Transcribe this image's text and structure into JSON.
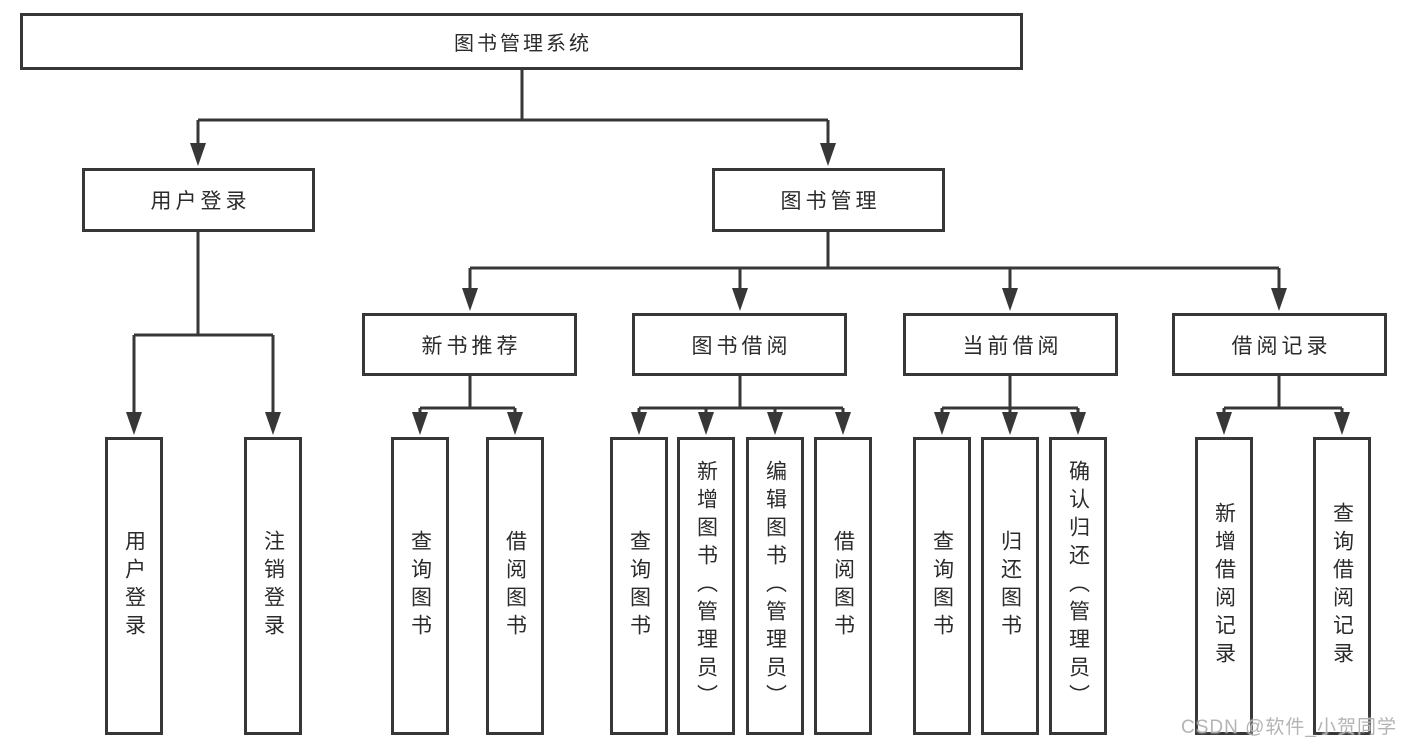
{
  "diagram": {
    "root": "图书管理系统",
    "level2": {
      "user": "用户登录",
      "book": "图书管理"
    },
    "level3": {
      "recommend": "新书推荐",
      "borrow": "图书借阅",
      "current": "当前借阅",
      "record": "借阅记录"
    },
    "leaves": {
      "user": [
        "用户登录",
        "注销登录"
      ],
      "recommend": [
        "查询图书",
        "借阅图书"
      ],
      "borrow": [
        "查询图书",
        "新增图书（管理员）",
        "编辑图书（管理员）",
        "借阅图书"
      ],
      "current": [
        "查询图书",
        "归还图书",
        "确认归还（管理员）"
      ],
      "record": [
        "新增借阅记录",
        "查询借阅记录"
      ]
    }
  },
  "watermark": "CSDN @软件_小贺同学",
  "colors": {
    "line": "#373737",
    "text": "#2b2b2b",
    "watermark": "#b0b0b0",
    "background": "#ffffff"
  }
}
